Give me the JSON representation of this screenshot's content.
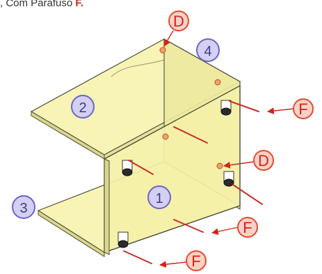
{
  "caption": {
    "text": ", Com Parafuso ",
    "highlight": "F."
  },
  "labels": {
    "part_1": "1",
    "part_2": "2",
    "part_3": "3",
    "part_4": "4",
    "callout_d_top": "D",
    "callout_d_mid": "D",
    "callout_f_right": "F",
    "callout_f_mid": "F",
    "callout_f_bottom": "F"
  },
  "colors": {
    "panel_fill": "#f7f4b6",
    "panel_fill_dark": "#eeeaa0",
    "edge_fill": "#d9d68a",
    "outline": "#4a4a3a",
    "callout_fill": "#fbd1c6",
    "callout_stroke": "#e34b2e",
    "callout_text": "#d0251b",
    "part_fill": "#d4d0f3",
    "part_stroke": "#6a64c8",
    "part_text": "#3d3a86",
    "screw": "#c8302a",
    "arrow": "#d0251b"
  }
}
